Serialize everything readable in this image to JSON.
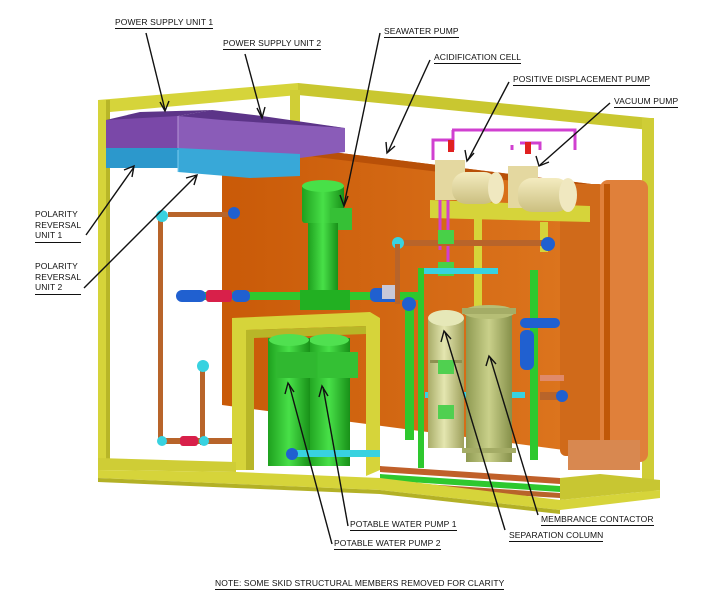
{
  "diagram": {
    "title": "Seawater carbon-capture skid (isometric CAD view)",
    "colors": {
      "frame": "#d6d43a",
      "frame_dark": "#b5b32a",
      "acidification_cell": "#d86a10",
      "power_supply": "#7a4aa8",
      "polarity_reversal": "#2a9fd0",
      "pump_green": "#2ec82e",
      "pipe_cyan": "#38d2e0",
      "pipe_blue": "#2060d0",
      "pipe_copper": "#b8642a",
      "vacuum_line": "#d040d0",
      "vessel": "#c8cc88",
      "motor": "#e8dca0"
    },
    "callouts": [
      {
        "id": "power-supply-unit-1",
        "text": "POWER SUPPLY UNIT 1"
      },
      {
        "id": "power-supply-unit-2",
        "text": "POWER SUPPLY UNIT 2"
      },
      {
        "id": "seawater-pump",
        "text": "SEAWATER PUMP"
      },
      {
        "id": "acidification-cell",
        "text": "ACIDIFICATION CELL"
      },
      {
        "id": "positive-displacement-pump",
        "text": "POSITIVE DISPLACEMENT PUMP"
      },
      {
        "id": "vacuum-pump",
        "text": "VACUUM PUMP"
      },
      {
        "id": "polarity-reversal-unit-1",
        "text": "POLARITY\nREVERSAL\nUNIT 1"
      },
      {
        "id": "polarity-reversal-unit-2",
        "text": "POLARITY\nREVERSAL\nUNIT 2"
      },
      {
        "id": "potable-water-pump-1",
        "text": "POTABLE WATER PUMP 1"
      },
      {
        "id": "potable-water-pump-2",
        "text": "POTABLE WATER PUMP 2"
      },
      {
        "id": "membrance-contactor",
        "text": "MEMBRANCE CONTACTOR"
      },
      {
        "id": "separation-column",
        "text": "SEPARATION COLUMN"
      }
    ],
    "note": "NOTE:  SOME SKID STRUCTURAL MEMBERS REMOVED FOR CLARITY"
  }
}
